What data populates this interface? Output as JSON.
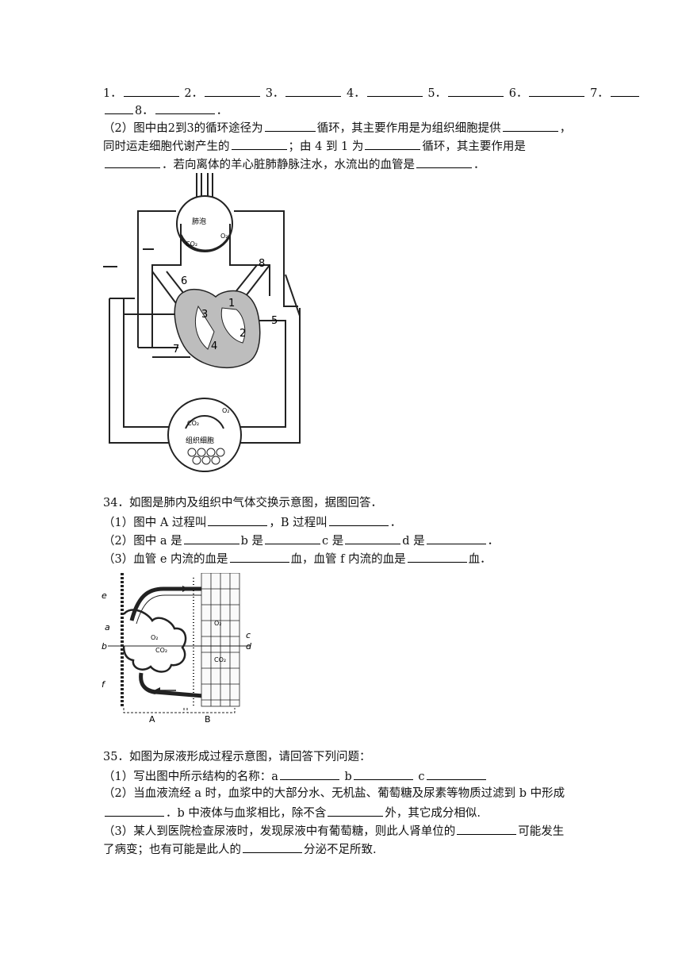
{
  "q33": {
    "line1": [
      "1．",
      "2．",
      "3．",
      "4．",
      "5．",
      "6．",
      "7．"
    ],
    "line2": [
      "8．",
      "．"
    ],
    "p2a": "（2）图中由2到3的循环途径为",
    "p2b": "循环，其主要作用是为组织细胞提供",
    "p2c": "，",
    "p3a": "同时运走细胞代谢产生的",
    "p3b": "；由 4 到 1 为",
    "p3c": "循环，其主要作用是",
    "p4a": "．若向离体的羊心脏肺静脉注水，水流出的血管是",
    "p4b": "．",
    "figure": {
      "alveolus": "肺泡",
      "co2_top": "CO₂",
      "o2_top": "O₂",
      "co2_bottom": "CO₂",
      "o2_bottom": "O₂",
      "tissue": "组织细胞",
      "labels": [
        "1",
        "2",
        "3",
        "4",
        "5",
        "6",
        "7",
        "8"
      ]
    }
  },
  "q34": {
    "title": "34．如图是肺内及组织中气体交换示意图，据图回答．",
    "p1a": "（1）图中 A 过程叫",
    "p1b": "，B 过程叫",
    "p1c": "．",
    "p2a": "（2）图中 a 是",
    "p2b": "b 是",
    "p2c": "c 是",
    "p2d": "d 是",
    "p2e": "．",
    "p3a": "（3）血管 e 内流的血是",
    "p3b": "血，血管 f 内流的血是",
    "p3c": "血．",
    "figure": {
      "labels": [
        "e",
        "a",
        "b",
        "f",
        "c",
        "d"
      ],
      "bottom_labels": [
        "A",
        "B"
      ],
      "o2_left": "O₂",
      "co2_left": "CO₂",
      "o2_right": "O₂",
      "co2_right": "CO₂"
    }
  },
  "q35": {
    "title": "35．如图为尿液形成过程示意图，请回答下列问题：",
    "p1a": "（1）写出图中所示结构的名称：a",
    "p1b": "b",
    "p1c": "c",
    "p2a": "（2）当血液流经 a 时，血浆中的大部分水、无机盐、葡萄糖及尿素等物质过滤到 b 中形成",
    "p2b": "．b 中液体与血浆相比，除不含",
    "p2c": "外，其它成分相似.",
    "p3a": "（3）某人到医院检查尿液时，发现尿液中有葡萄糖，则此人肾单位的",
    "p3b": "可能发生",
    "p3c": "了病变；也有可能是此人的",
    "p3d": "分泌不足所致."
  }
}
